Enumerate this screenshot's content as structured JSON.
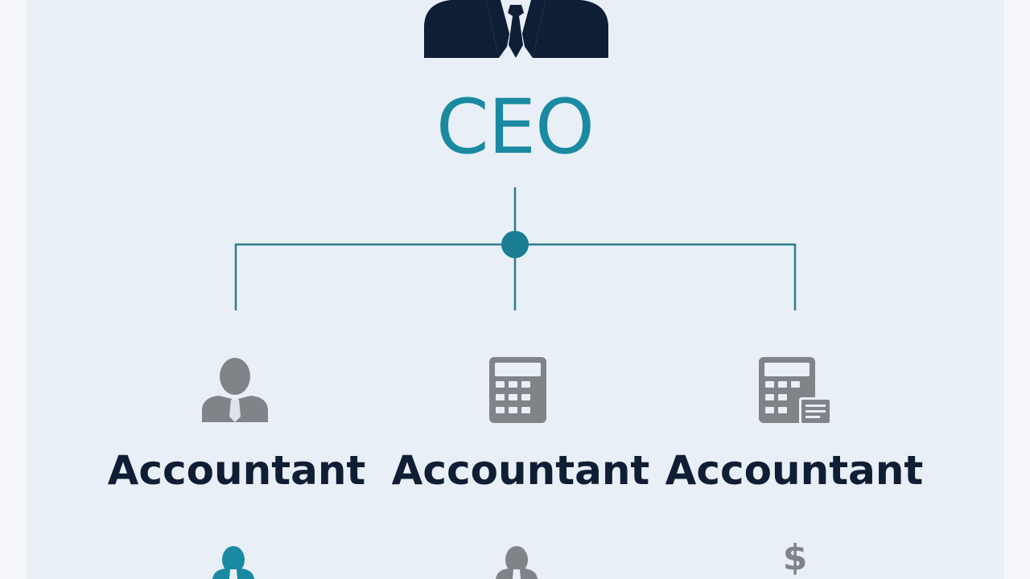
{
  "chart_data": {
    "type": "org-chart",
    "root": {
      "title": "CEO",
      "icon": "executive-icon"
    },
    "children": [
      {
        "title": "Accountant",
        "icon": "person-icon",
        "sub_icon": "person-icon",
        "sub_icon_color": "#1a8aa3"
      },
      {
        "title": "Accountant",
        "icon": "calculator-icon",
        "sub_icon": "person-icon",
        "sub_icon_color": "#808489"
      },
      {
        "title": "Accountant",
        "icon": "calculator-document-icon",
        "sub_icon": "dollar-icon",
        "sub_icon_color": "#808489"
      }
    ]
  },
  "colors": {
    "accent": "#1a8aa3",
    "connector": "#2b7d91",
    "executive": "#0f1e35",
    "icon_gray": "#808489",
    "text_dark": "#0f1e35",
    "background": "#e9eff6"
  }
}
